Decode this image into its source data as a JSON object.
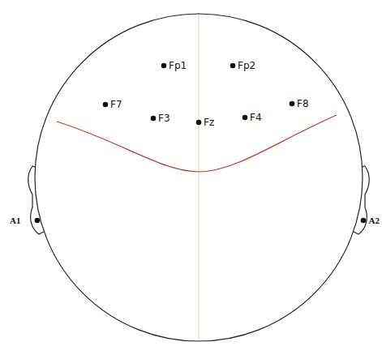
{
  "diagram": {
    "labels": [
      "Fp1",
      "Fp2",
      "F7",
      "F3",
      "Fz",
      "F4",
      "F8",
      "A1",
      "A2"
    ]
  }
}
